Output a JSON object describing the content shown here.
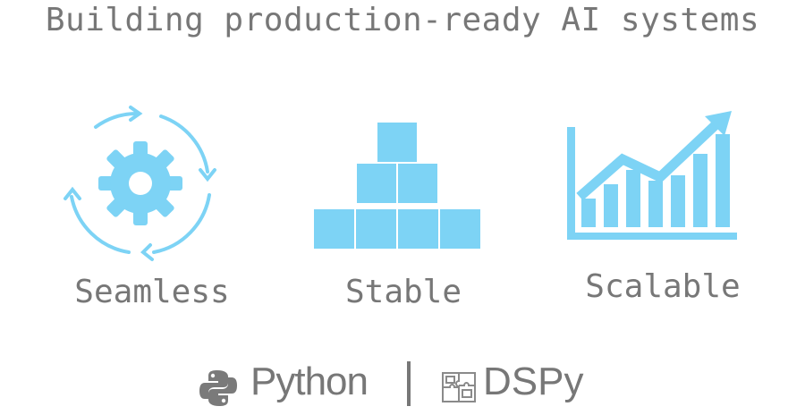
{
  "title": "Building production-ready AI systems",
  "colors": {
    "accent": "#7dd3f5",
    "text": "#777777"
  },
  "pillars": [
    {
      "label": "Seamless",
      "icon": "cycle-gear-icon"
    },
    {
      "label": "Stable",
      "icon": "stacked-blocks-icon"
    },
    {
      "label": "Scalable",
      "icon": "growth-chart-icon"
    }
  ],
  "footer": {
    "python_label": "Python",
    "python_icon": "python-logo-icon",
    "dspy_label": "DSPy",
    "dspy_icon": "puzzle-logo-icon"
  }
}
